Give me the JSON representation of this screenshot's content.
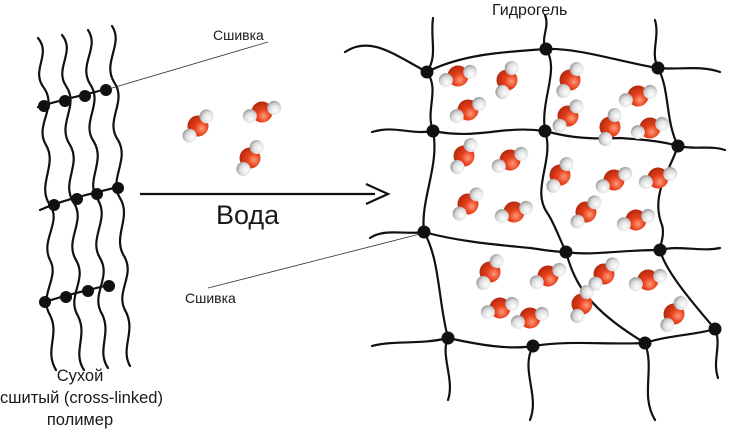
{
  "labels": {
    "hydrogel": "Гидрогель",
    "crosslink_top": "Сшивка",
    "crosslink_bottom": "Сшивка",
    "water": "Вода",
    "dry_polymer": {
      "line1": "Сухой",
      "line2": "сшитый (cross-linked)",
      "line3": "полимер"
    }
  },
  "colors": {
    "oxygen": "#e8401c",
    "hydrogen": "#dcdcdc",
    "chain": "#111111",
    "crosslink_node": "#111111"
  }
}
